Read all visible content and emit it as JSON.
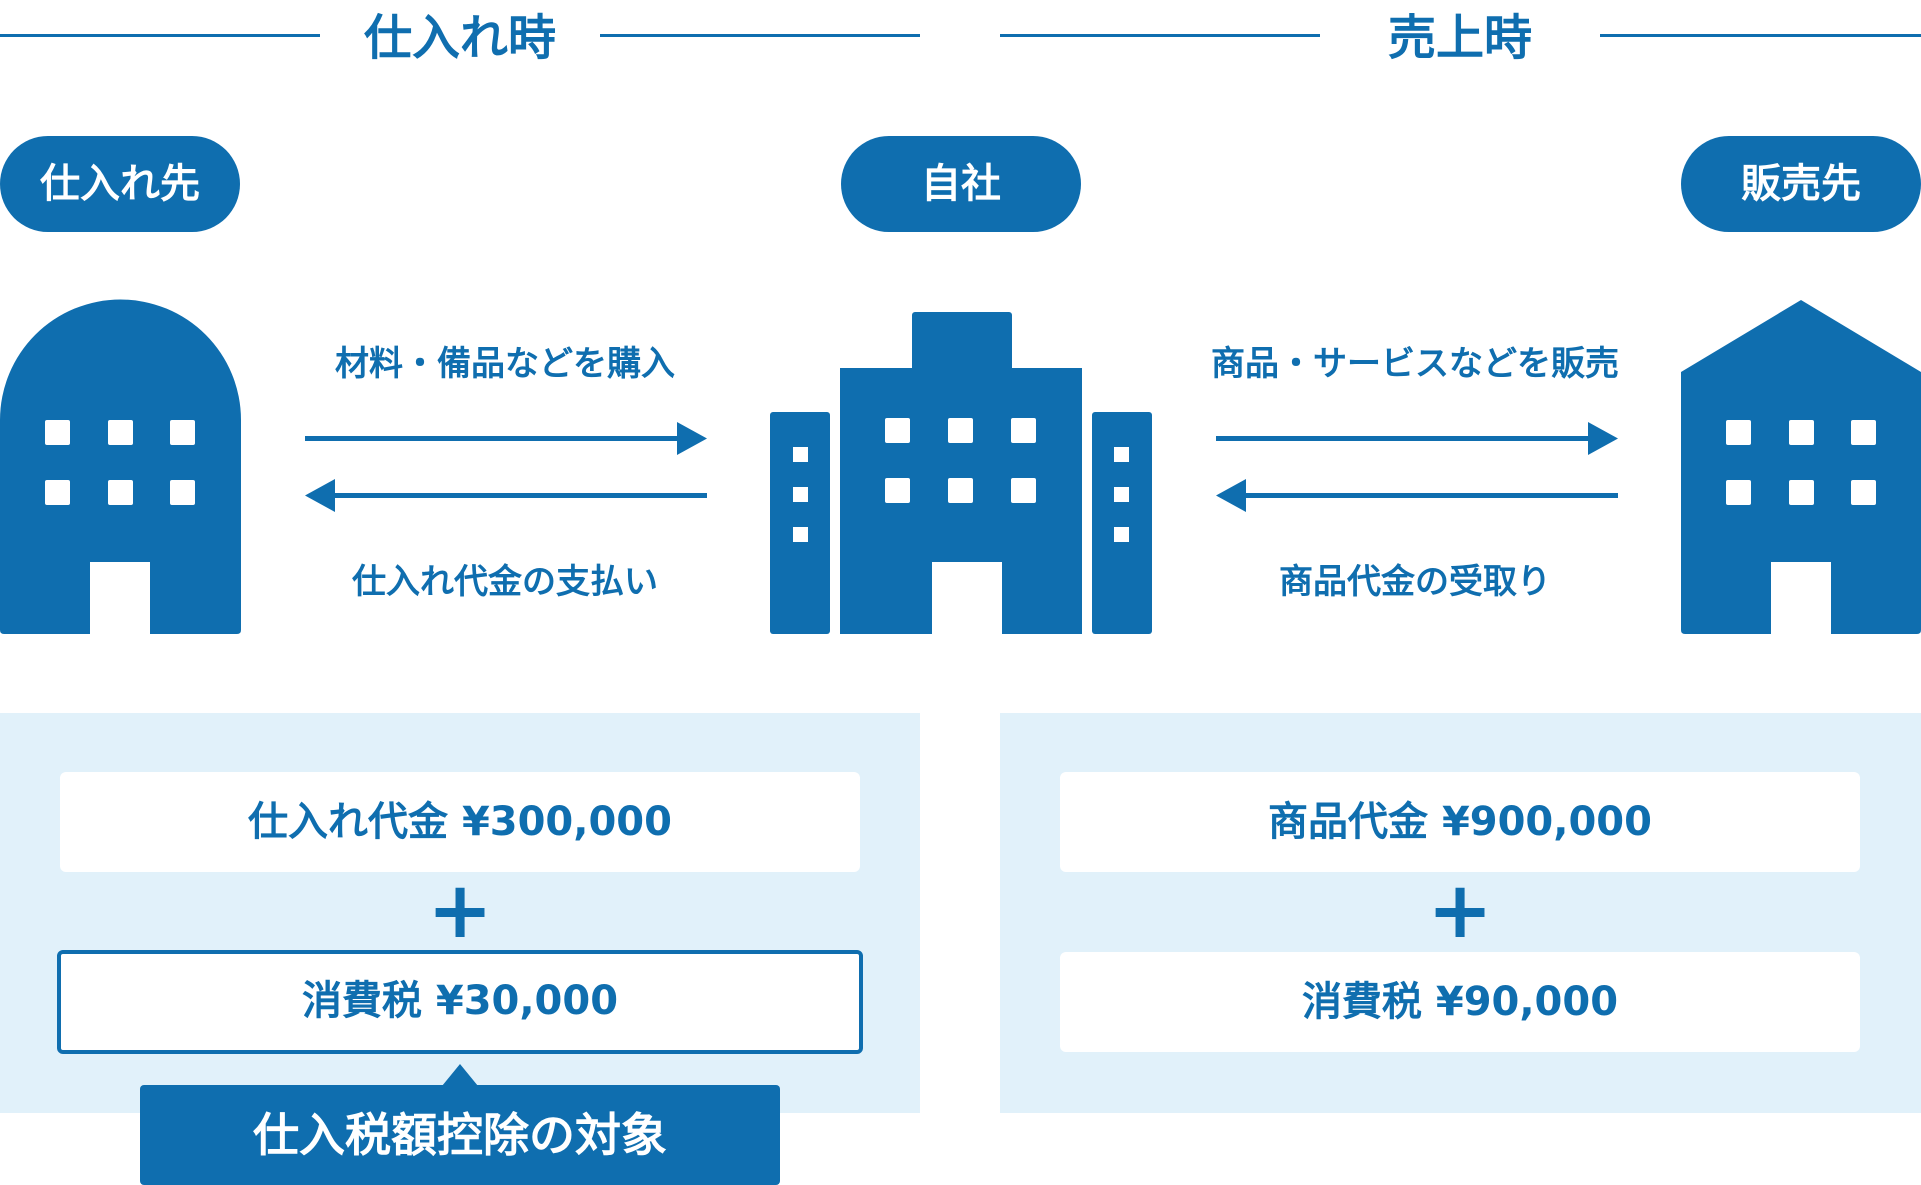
{
  "colors": {
    "primary": "#0f6eaf",
    "panel_bg": "#e1f1fa",
    "white": "#ffffff"
  },
  "sections": {
    "purchase_title": "仕入れ時",
    "sales_title": "売上時"
  },
  "parties": {
    "supplier": "仕入れ先",
    "company": "自社",
    "customer": "販売先"
  },
  "flows": {
    "purchase_goods": "材料・備品などを購入",
    "purchase_payment": "仕入れ代金の支払い",
    "sales_goods": "商品・サービスなどを販売",
    "sales_payment": "商品代金の受取り"
  },
  "purchase_panel": {
    "price": "仕入れ代金 ¥300,000",
    "plus": "+",
    "tax": "消費税 ¥30,000",
    "callout": "仕入税額控除の対象"
  },
  "sales_panel": {
    "price": "商品代金 ¥900,000",
    "plus": "+",
    "tax": "消費税 ¥90,000"
  },
  "icons": {
    "supplier": "domed-building-icon",
    "company": "office-complex-icon",
    "customer": "house-building-icon"
  }
}
